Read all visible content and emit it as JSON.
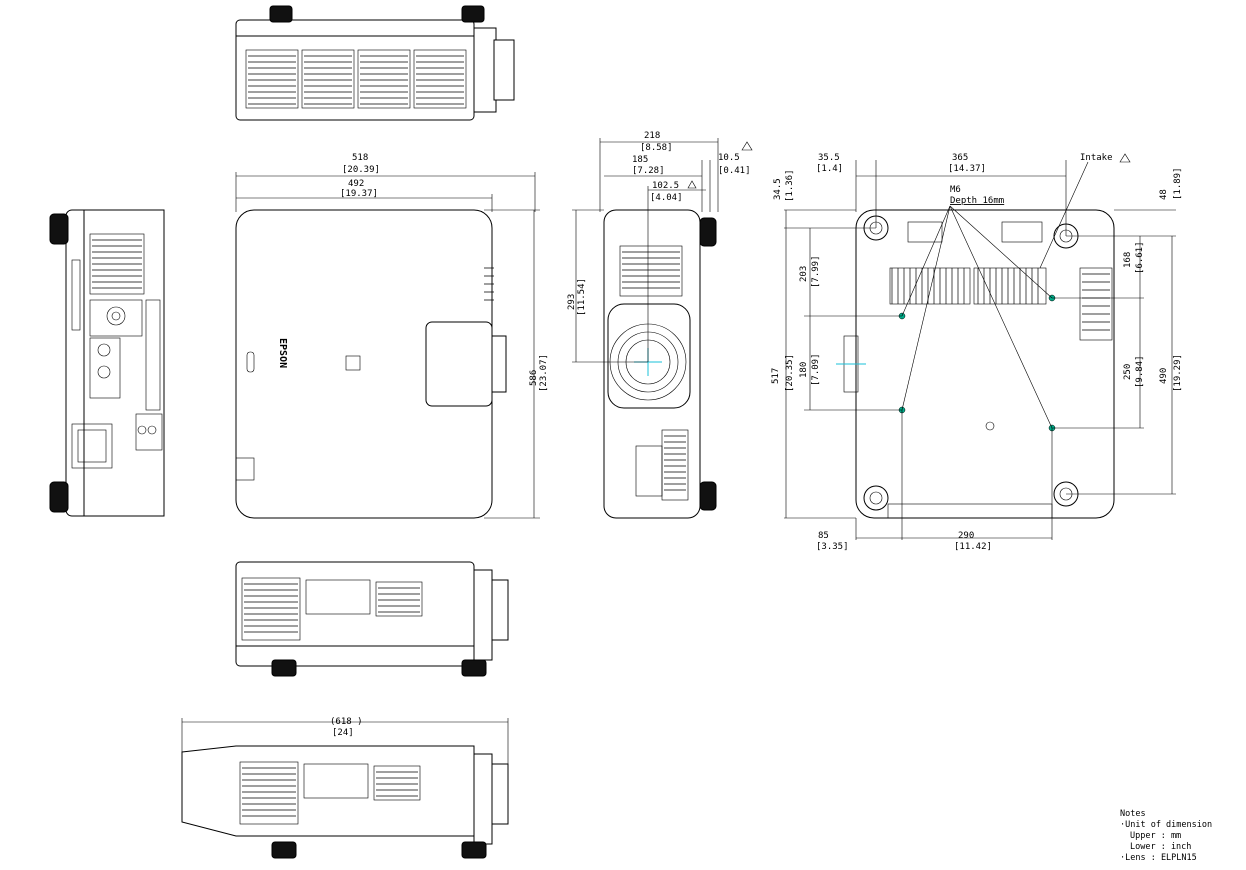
{
  "top_view": {
    "width_mm": "518",
    "width_in": "[20.39]",
    "body_mm": "492",
    "body_in": "[19.37]",
    "depth_mm": "586",
    "depth_in": "[23.07]",
    "brand": "EPSON"
  },
  "front_view": {
    "width_mm": "218",
    "width_in": "[8.58]",
    "w2_mm": "185",
    "w2_in": "[7.28]",
    "lens_mm": "102.5",
    "lens_in": "[4.04]",
    "offset_mm": "10.5",
    "offset_in": "[0.41]",
    "height_mm": "293",
    "height_in": "[11.54]"
  },
  "bottom_view": {
    "left_off_mm": "35.5",
    "left_off_in": "[1.4]",
    "span_mm": "365",
    "span_in": "[14.37]",
    "intake": "Intake",
    "mount_label": "M6",
    "mount_depth": "Depth 16mm",
    "top_off_mm": "34.5",
    "top_off_in": "[1.36]",
    "right_off_mm": "48",
    "right_off_in": "[1.89]",
    "h203_mm": "203",
    "h203_in": "[7.99]",
    "h168_mm": "168",
    "h168_in": "[6.61]",
    "h517_mm": "517",
    "h517_in": "[20.35]",
    "h180_mm": "180",
    "h180_in": "[7.09]",
    "h250_mm": "250",
    "h250_in": "[9.84]",
    "h490_mm": "490",
    "h490_in": "[19.29]",
    "b85_mm": "85",
    "b85_in": "[3.35]",
    "b290_mm": "290",
    "b290_in": "[11.42]"
  },
  "side_view": {
    "length_mm": "(618 )",
    "length_in": "[24]"
  },
  "notes": {
    "title": "Notes",
    "line1": "·Unit of dimension",
    "line2": "Upper : mm",
    "line3": "Lower : inch",
    "line4": "·Lens : ELPLN15"
  },
  "colors": {
    "drawing": "#000000",
    "centerline": "#19c0d8",
    "mount_point": "#00aa88"
  }
}
